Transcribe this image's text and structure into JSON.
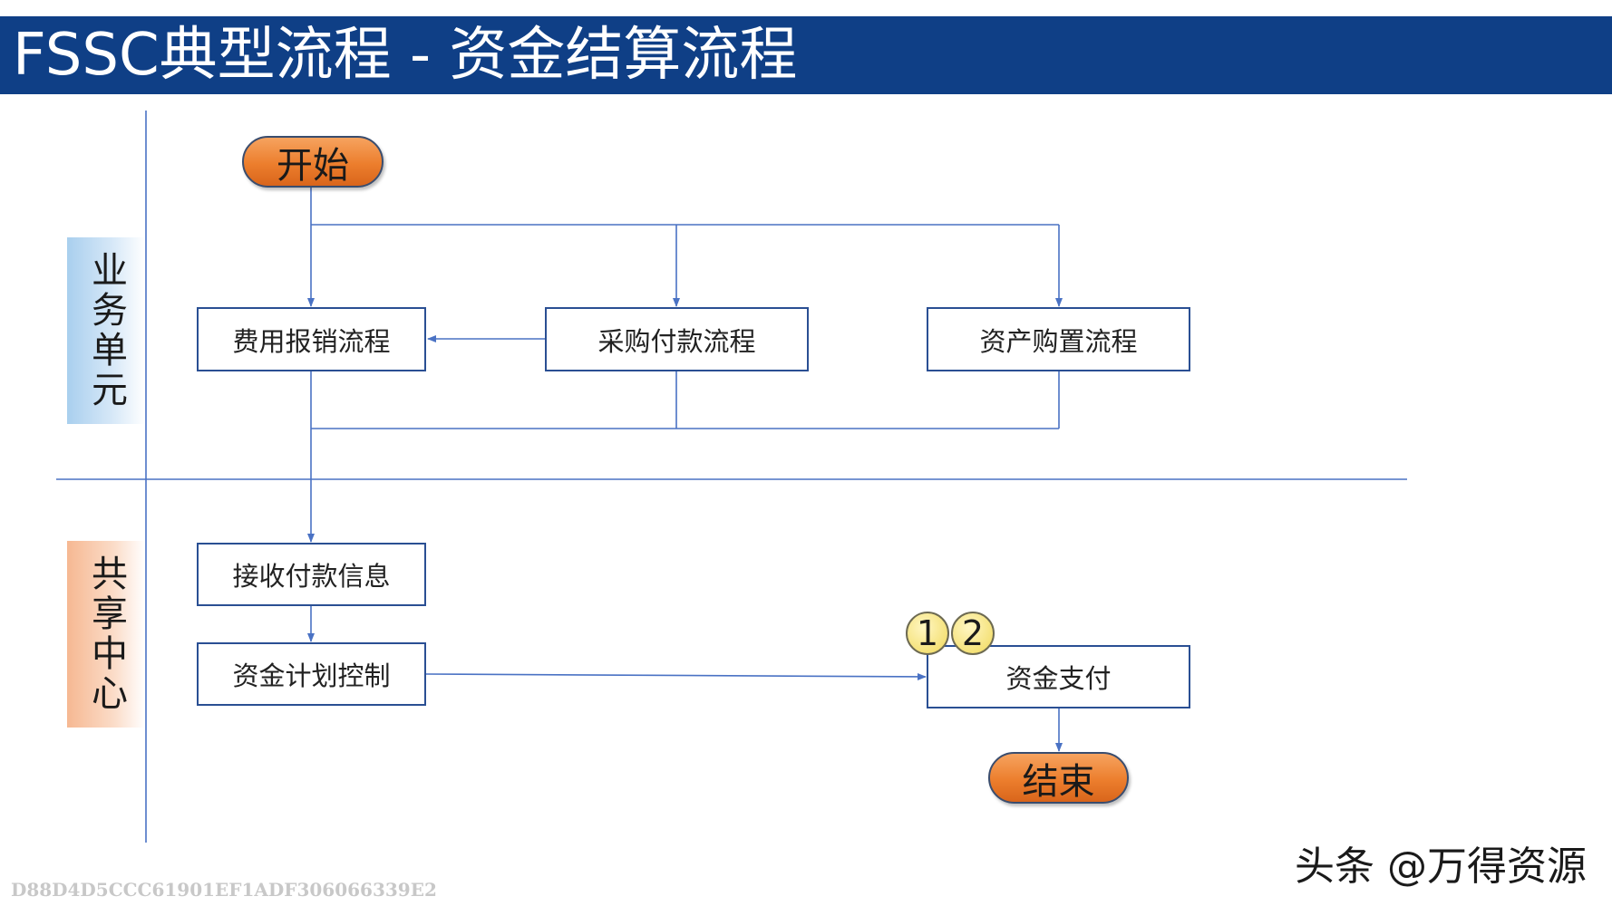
{
  "title": "FSSC典型流程 - 资金结算流程",
  "lanes": {
    "business": "业务单元",
    "shared": "共享中心"
  },
  "nodes": {
    "start": "开始",
    "expense": "费用报销流程",
    "purchase": "采购付款流程",
    "asset": "资产购置流程",
    "receive": "接收付款信息",
    "plan": "资金计划控制",
    "pay": "资金支付",
    "end": "结束"
  },
  "badges": [
    "1",
    "2"
  ],
  "watermark": "头条 @万得资源",
  "hash": "D88D4D5CCC61901EF1ADF306066339E2",
  "colors": {
    "title_bar": "#0f3f86",
    "line": "#4a72c4",
    "box_border": "#2a4f93",
    "terminal": "#ec7e2d",
    "badge": "#f5e27a"
  }
}
